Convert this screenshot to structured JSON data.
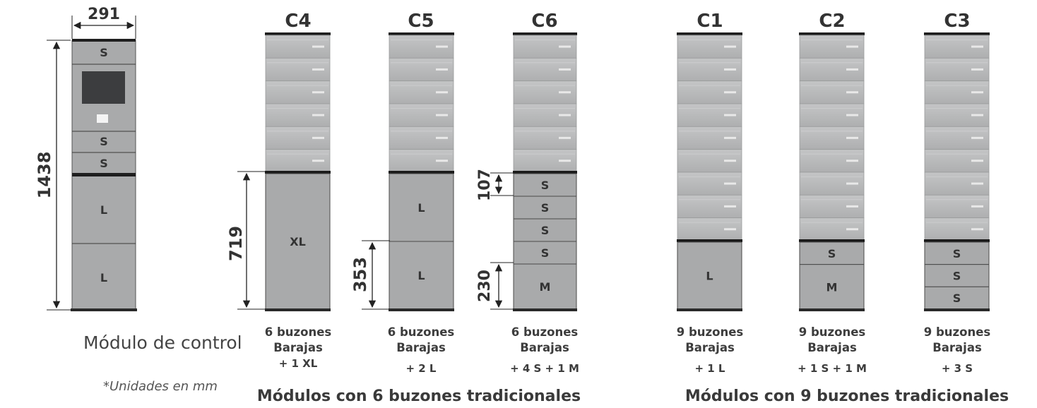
{
  "control_module": {
    "title": "Módulo de control",
    "units_note": "*Unidades en mm",
    "width_label": "291",
    "height_label": "1438",
    "compartments": [
      "S",
      "S",
      "S",
      "L",
      "L"
    ]
  },
  "columns": [
    {
      "id": "C4",
      "lockers": [
        "XL"
      ],
      "desc": [
        "6 buzones",
        "Barajas",
        "+ 1 XL"
      ]
    },
    {
      "id": "C5",
      "lockers": [
        "L",
        "L"
      ],
      "desc": [
        "6 buzones",
        "Barajas",
        "+ 2 L"
      ]
    },
    {
      "id": "C6",
      "lockers": [
        "S",
        "S",
        "S",
        "S",
        "M"
      ],
      "desc": [
        "6 buzones",
        "Barajas",
        "+ 4 S + 1 M"
      ]
    },
    {
      "id": "C1",
      "lockers": [
        "L"
      ],
      "desc": [
        "9 buzones",
        "Barajas",
        "+ 1 L"
      ]
    },
    {
      "id": "C2",
      "lockers": [
        "S",
        "M"
      ],
      "desc": [
        "9 buzones",
        "Barajas",
        "+ 1 S + 1 M"
      ]
    },
    {
      "id": "C3",
      "lockers": [
        "S",
        "S",
        "S"
      ],
      "desc": [
        "9 buzones",
        "Barajas",
        "+ 3 S"
      ]
    }
  ],
  "dimensions": {
    "c4_xl": "719",
    "c5_l": "353",
    "c6_s": "107",
    "c6_m": "230"
  },
  "group_titles": {
    "six": "Módulos con 6 buzones tradicionales",
    "nine": "Módulos con 9 buzones tradicionales"
  },
  "colors": {
    "cabinet": "#a9aaab",
    "mailbox": "#b7b8b9",
    "line": "#222222",
    "screen": "#3c3d3f"
  }
}
